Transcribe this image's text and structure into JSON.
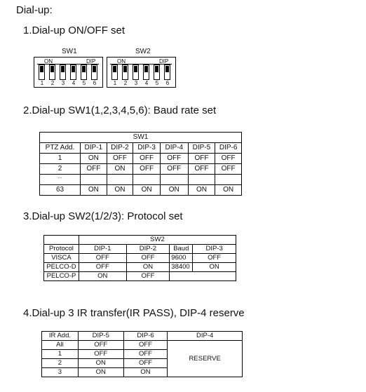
{
  "page_title": "Dial-up:",
  "section1": {
    "heading": "1.Dial-up ON/OFF set",
    "switches": [
      {
        "label": "SW1",
        "on": "ON",
        "dip": "DIP",
        "positions": [
          "1",
          "2",
          "3",
          "4",
          "5",
          "6"
        ]
      },
      {
        "label": "SW2",
        "on": "ON",
        "dip": "DIP",
        "positions": [
          "1",
          "2",
          "3",
          "4",
          "5",
          "6"
        ]
      }
    ]
  },
  "section2": {
    "heading": "2.Dial-up SW1(1,2,3,4,5,6): Baud rate set",
    "group": "SW1",
    "headers": [
      "PTZ Add.",
      "DIP-1",
      "DIP-2",
      "DIP-3",
      "DIP-4",
      "DIP-5",
      "DIP-6"
    ],
    "rows": [
      [
        "1",
        "ON",
        "OFF",
        "OFF",
        "OFF",
        "OFF",
        "OFF"
      ],
      [
        "2",
        "OFF",
        "ON",
        "OFF",
        "OFF",
        "OFF",
        "OFF"
      ],
      [
        "...",
        "",
        "",
        "",
        "",
        "",
        ""
      ],
      [
        "63",
        "ON",
        "ON",
        "ON",
        "ON",
        "ON",
        "ON"
      ]
    ]
  },
  "section3": {
    "heading": "3.Dial-up SW2(1/2/3): Protocol set",
    "group": "SW2",
    "headers": [
      "Protocol",
      "DIP-1",
      "DIP-2",
      "Baud",
      "DIP-3"
    ],
    "rows": [
      [
        "VISCA",
        "OFF",
        "OFF",
        "9600",
        "OFF"
      ],
      [
        "PELCO-D",
        "OFF",
        "ON",
        "38400",
        "ON"
      ],
      [
        "PELCO-P",
        "ON",
        "OFF"
      ]
    ]
  },
  "section4": {
    "heading": "4.Dial-up 3 IR transfer(IR PASS), DIP-4 reserve",
    "headers": [
      "IR Add.",
      "DIP-5",
      "DIP-6",
      "DIP-4"
    ],
    "reserve": "RESERVE",
    "rows": [
      [
        "All",
        "OFF",
        "OFF"
      ],
      [
        "1",
        "OFF",
        "OFF"
      ],
      [
        "2",
        "ON",
        "OFF"
      ],
      [
        "3",
        "ON",
        "ON"
      ]
    ]
  }
}
